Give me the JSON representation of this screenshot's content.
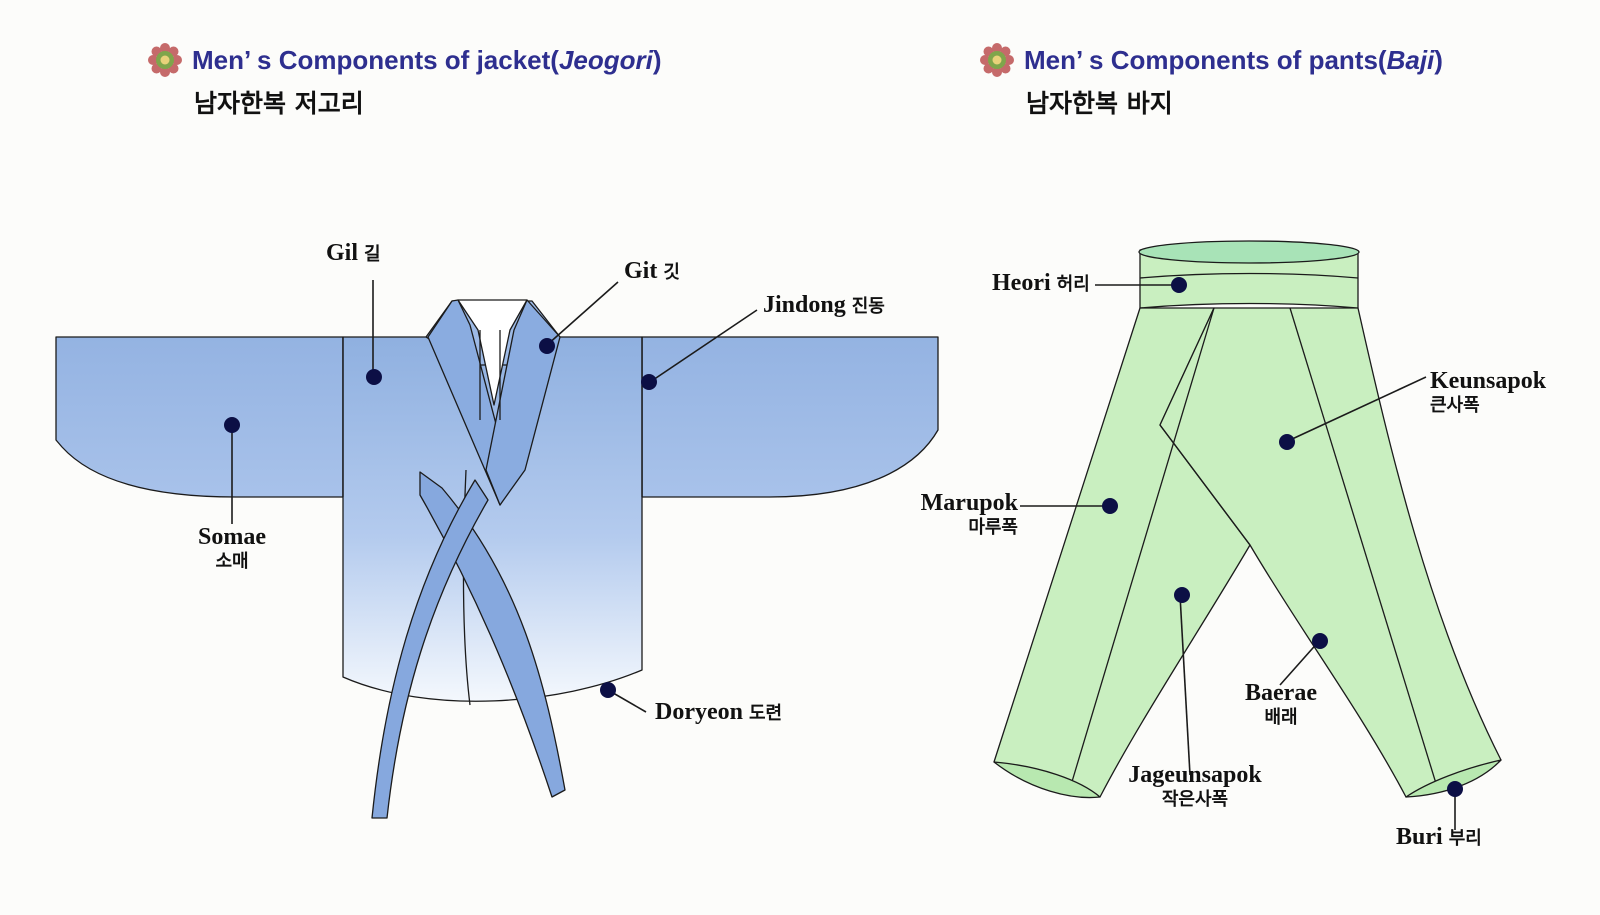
{
  "jacket": {
    "title_prefix": "Men’ s Components of jacket(",
    "title_term": "Jeogori",
    "title_suffix": ")",
    "title_ko": "남자한복 저고리",
    "labels": {
      "gil": {
        "en": "Gil",
        "ko": "길"
      },
      "git": {
        "en": "Git",
        "ko": "깃"
      },
      "jindong": {
        "en": "Jindong",
        "ko": "진동"
      },
      "somae": {
        "en": "Somae",
        "ko": "소매"
      },
      "doryeon": {
        "en": "Doryeon",
        "ko": "도련"
      }
    }
  },
  "pants": {
    "title_prefix": "Men’ s Components of pants(",
    "title_term": "Baji",
    "title_suffix": ")",
    "title_ko": "남자한복 바지",
    "labels": {
      "heori": {
        "en": "Heori",
        "ko": "허리"
      },
      "keunsapok": {
        "en": "Keunsapok",
        "ko": "큰사폭"
      },
      "marupok": {
        "en": "Marupok",
        "ko": "마루폭"
      },
      "baerae": {
        "en": "Baerae",
        "ko": "배래"
      },
      "jageunsapok": {
        "en": "Jageunsapok",
        "ko": "작은사폭"
      },
      "buri": {
        "en": "Buri",
        "ko": "부리"
      }
    }
  },
  "colors": {
    "title_blue": "#2e2f8f",
    "jacket_blue": "#8fb0e0",
    "pants_green": "#c9efc0",
    "marker_navy": "#0c0f45"
  },
  "icons": [
    "flower-emblem-icon"
  ]
}
